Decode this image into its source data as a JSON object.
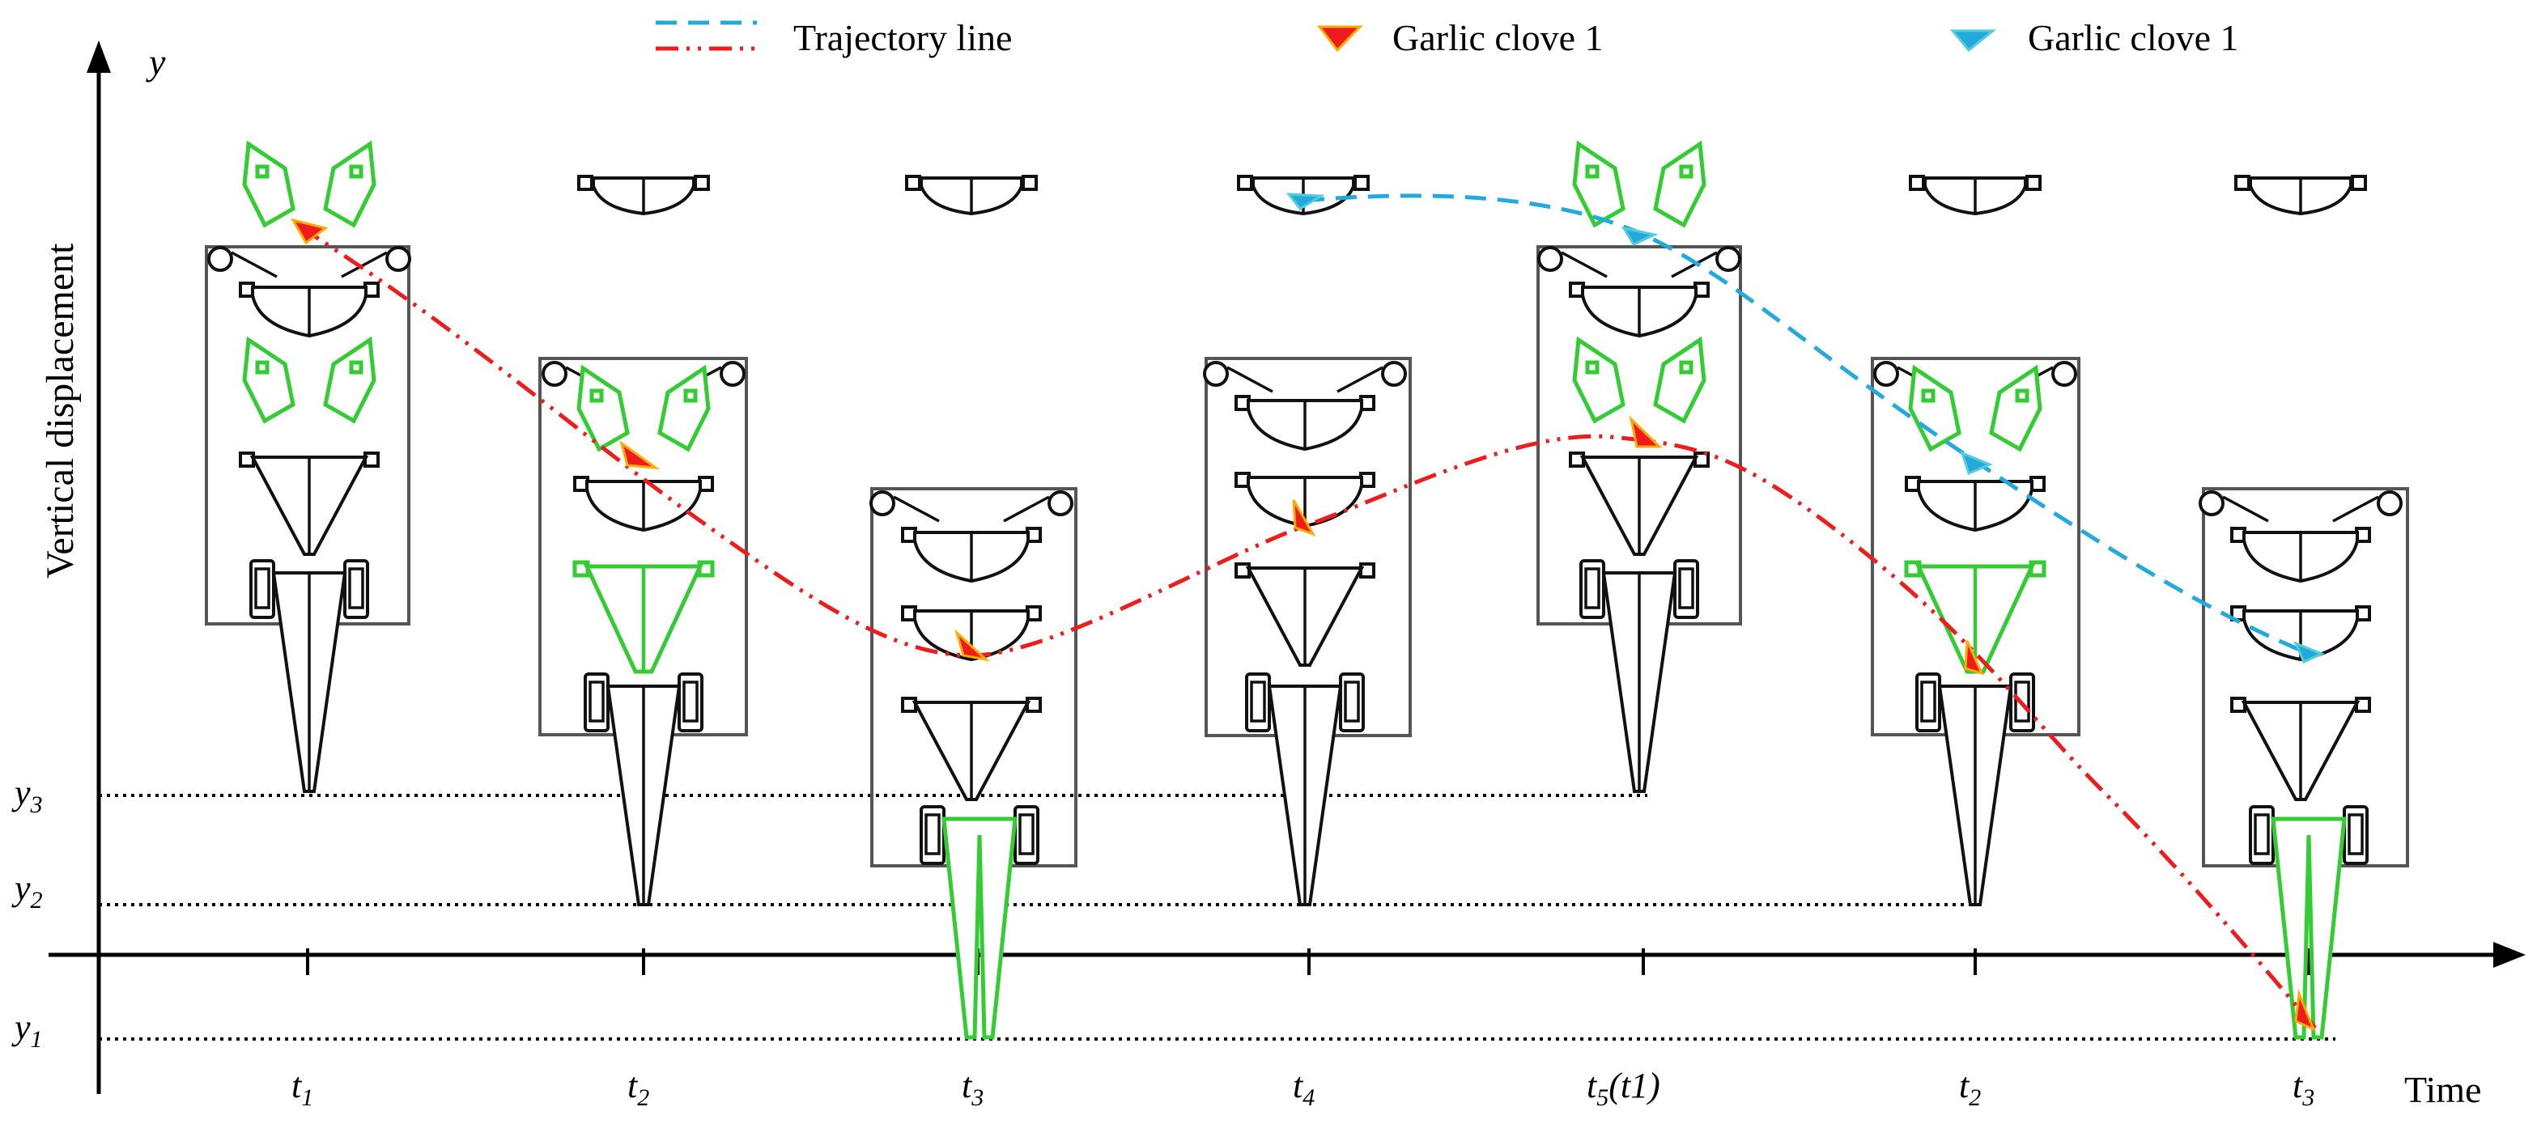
{
  "legend": {
    "trajectory_label": "Trajectory line",
    "clove_red_label": "Garlic clove 1",
    "clove_blue_label": "Garlic clove 1",
    "colors": {
      "red": "#ee1c1c",
      "blue": "#22aadd",
      "green": "#33cc33"
    }
  },
  "axes": {
    "y_symbol": "y",
    "y_title": "Vertical displacement",
    "x_title": "Time",
    "y_levels": [
      {
        "base": "y",
        "sub": "3"
      },
      {
        "base": "y",
        "sub": "2"
      },
      {
        "base": "y",
        "sub": "1"
      }
    ],
    "time_ticks": [
      {
        "base": "t",
        "sub": "1",
        "tail": ""
      },
      {
        "base": "t",
        "sub": "2",
        "tail": ""
      },
      {
        "base": "t",
        "sub": "3",
        "tail": ""
      },
      {
        "base": "t",
        "sub": "4",
        "tail": ""
      },
      {
        "base": "t",
        "sub": "5",
        "tail": "(t1)"
      },
      {
        "base": "t",
        "sub": "2",
        "tail": ""
      },
      {
        "base": "t",
        "sub": "3",
        "tail": ""
      }
    ]
  }
}
